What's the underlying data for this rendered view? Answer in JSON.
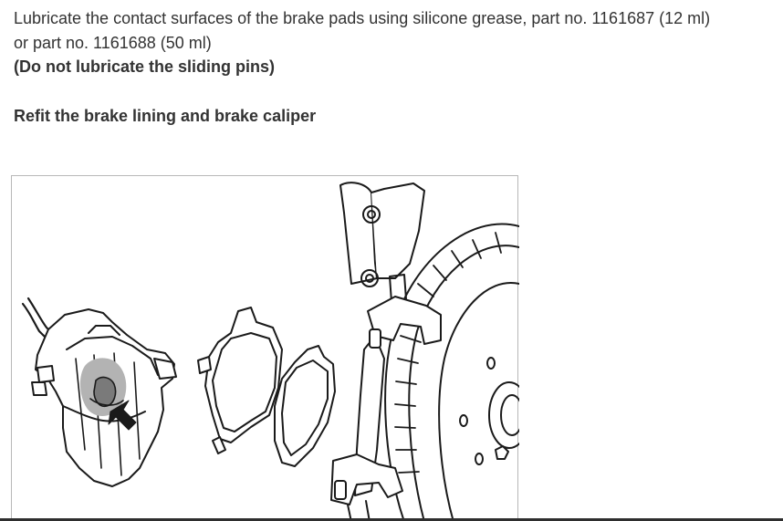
{
  "content": {
    "line1": "Lubricate the contact surfaces of the brake pads using silicone grease, part no. 1161687 (12 ml)",
    "line2": "or part no. 1161688 (50 ml)",
    "note": "(Do not lubricate the sliding pins)",
    "step": "Refit the brake lining and brake caliper"
  },
  "colors": {
    "text": "#333333",
    "line_art": "#1a1a1a",
    "highlight": "#b3b3b3"
  },
  "icons": {
    "arrow": "arrow-up-left-icon"
  }
}
